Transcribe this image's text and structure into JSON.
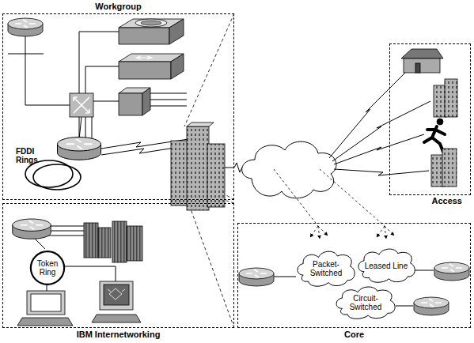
{
  "diagram": {
    "nodes": [
      {
        "text": [
          "Workgroup"
        ]
      },
      {
        "text": [
          "IBM Internetworking"
        ]
      },
      {
        "text": [
          "Token Ring"
        ],
        "in": 1
      },
      {
        "text": [
          "Access"
        ]
      },
      {
        "text": [
          "Core"
        ]
      },
      {
        "text": [
          "Packet-Switched"
        ],
        "in": 4
      },
      {
        "text": [
          "Leased Line"
        ],
        "in": 4
      },
      {
        "text": [
          "Circuit-Switched"
        ],
        "in": 4
      }
    ],
    "labels": [
      "FDDI Rings"
    ]
  }
}
